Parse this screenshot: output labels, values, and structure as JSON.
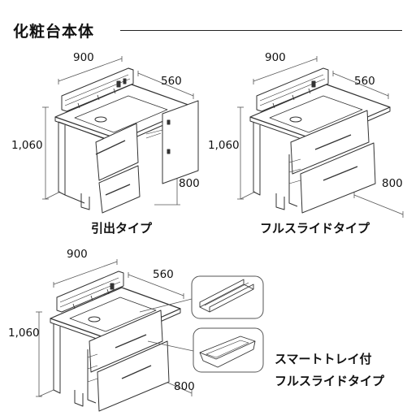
{
  "title": "化粧台本体",
  "units": [
    {
      "caption": "引出タイプ",
      "dims": {
        "width": "900",
        "depth": "560",
        "height": "1,060",
        "height_lower": "800"
      }
    },
    {
      "caption": "フルスライドタイプ",
      "dims": {
        "width": "900",
        "depth": "560",
        "height": "1,060",
        "height_lower": "800"
      }
    },
    {
      "caption_line1": "スマートトレイ付",
      "caption_line2": "フルスライドタイプ",
      "dims": {
        "width": "900",
        "depth": "560",
        "height": "1,060",
        "height_lower": "800"
      }
    }
  ],
  "callouts": [
    "tray-divider-insert",
    "smart-tray-basin"
  ]
}
